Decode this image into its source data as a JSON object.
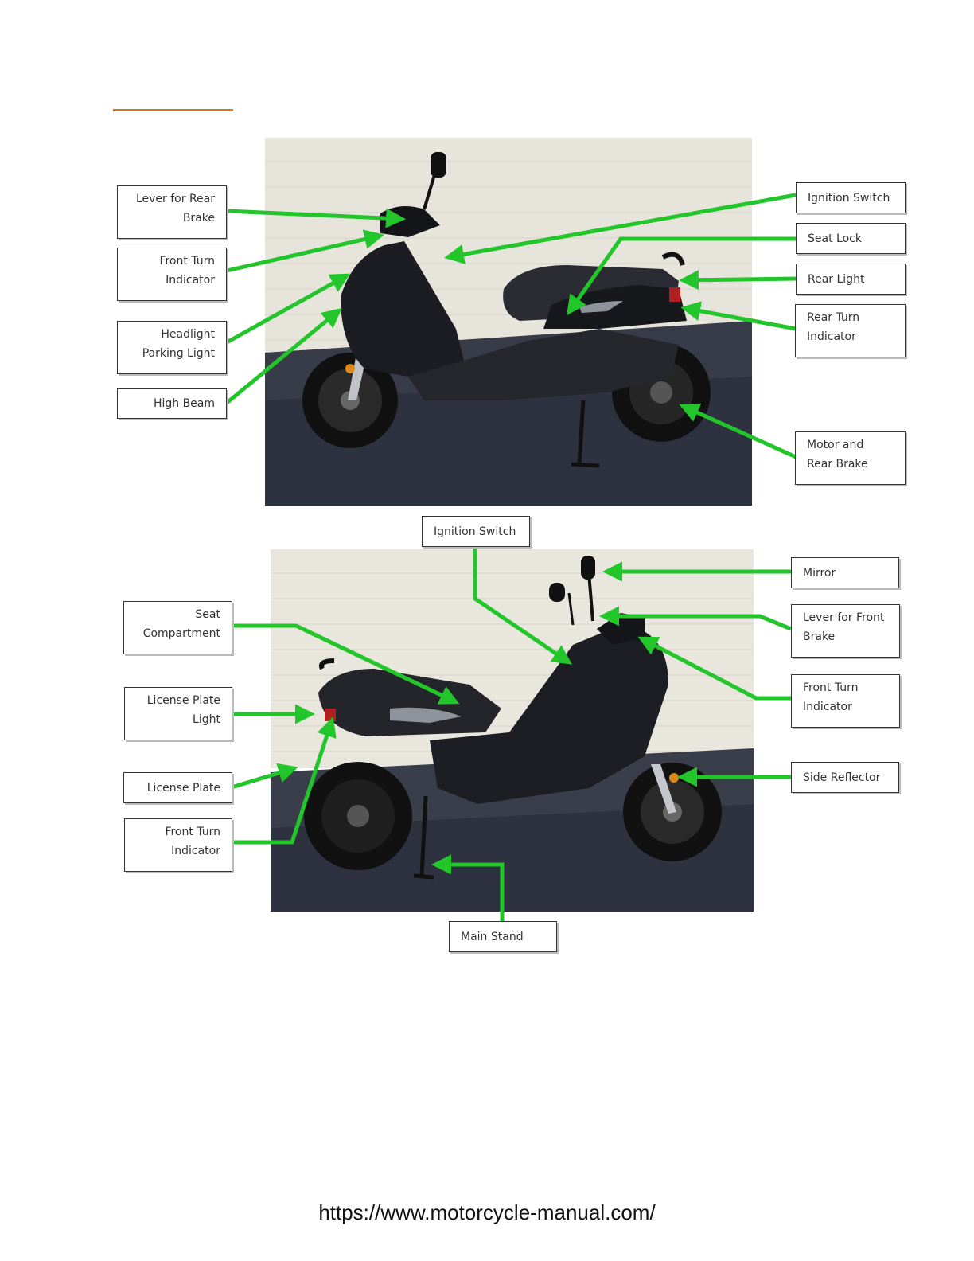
{
  "colors": {
    "accent_rule": "#e07020",
    "arrow": "#22c52a"
  },
  "figure_top": {
    "labels": {
      "lever_rear_brake": "Lever for Rear\nBrake",
      "front_turn_indicator": "Front Turn\nIndicator",
      "headlight_parking_light": "Headlight\nParking Light",
      "high_beam": "High Beam",
      "ignition_switch": "Ignition Switch",
      "seat_lock": "Seat Lock",
      "rear_light": "Rear Light",
      "rear_turn_indicator": "Rear Turn\nIndicator",
      "motor_rear_brake": "Motor and\nRear Brake"
    }
  },
  "figure_bottom": {
    "labels": {
      "ignition_switch": "Ignition Switch",
      "mirror": "Mirror",
      "lever_front_brake": "Lever for Front\nBrake",
      "front_turn_indicator_right": "Front Turn\nIndicator",
      "side_reflector": "Side Reflector",
      "seat_compartment": "Seat\nCompartment",
      "license_plate_light": "License Plate\nLight",
      "license_plate": "License Plate",
      "front_turn_indicator_left": "Front Turn\nIndicator",
      "main_stand": "Main Stand"
    }
  },
  "footer": {
    "url": "https://www.motorcycle-manual.com/"
  }
}
